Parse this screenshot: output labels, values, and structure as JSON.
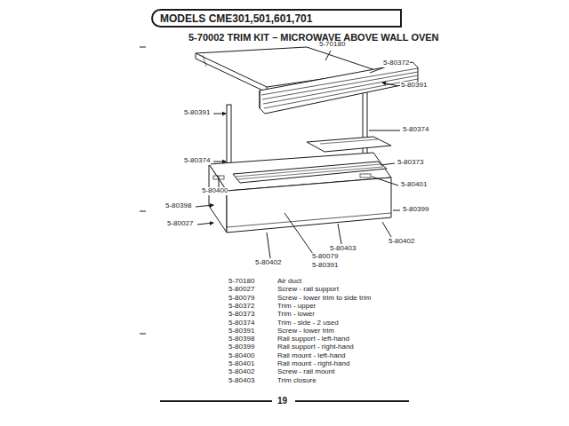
{
  "diagram": {
    "title": "5-70002 TRIM KIT – MICROWAVE ABOVE WALL OVEN",
    "nodes": [
      {
        "text": [
          "MODELS CME301,501,601,701"
        ]
      }
    ],
    "edges": [],
    "labels": [
      "5-70180",
      "5-80372",
      "5-80391",
      "5-80391",
      "5-80374",
      "5-80374",
      "5-80373",
      "5-80400",
      "5-80401",
      "5-80398",
      "5-80027",
      "5-80399",
      "5-80402",
      "5-80403",
      "5-80402",
      "5-80079",
      "5-80391",
      "5-70180",
      "Air duct",
      "5-80027",
      "Screw - rail support",
      "5-80079",
      "Screw - lower trim to side trim",
      "5-80372",
      "Trim - upper",
      "5-80373",
      "Trim - lower",
      "5-80374",
      "Trim - side - 2 used",
      "5-80391",
      "Screw - lower trim",
      "5-80398",
      "Rail support - left-hand",
      "5-80399",
      "Rail support - right-hand",
      "5-80400",
      "Rail mount - left-hand",
      "5-80401",
      "Rail mount - right-hand",
      "5-80402",
      "Screw - rail mount",
      "5-80403",
      "Trim closure",
      "19"
    ]
  }
}
